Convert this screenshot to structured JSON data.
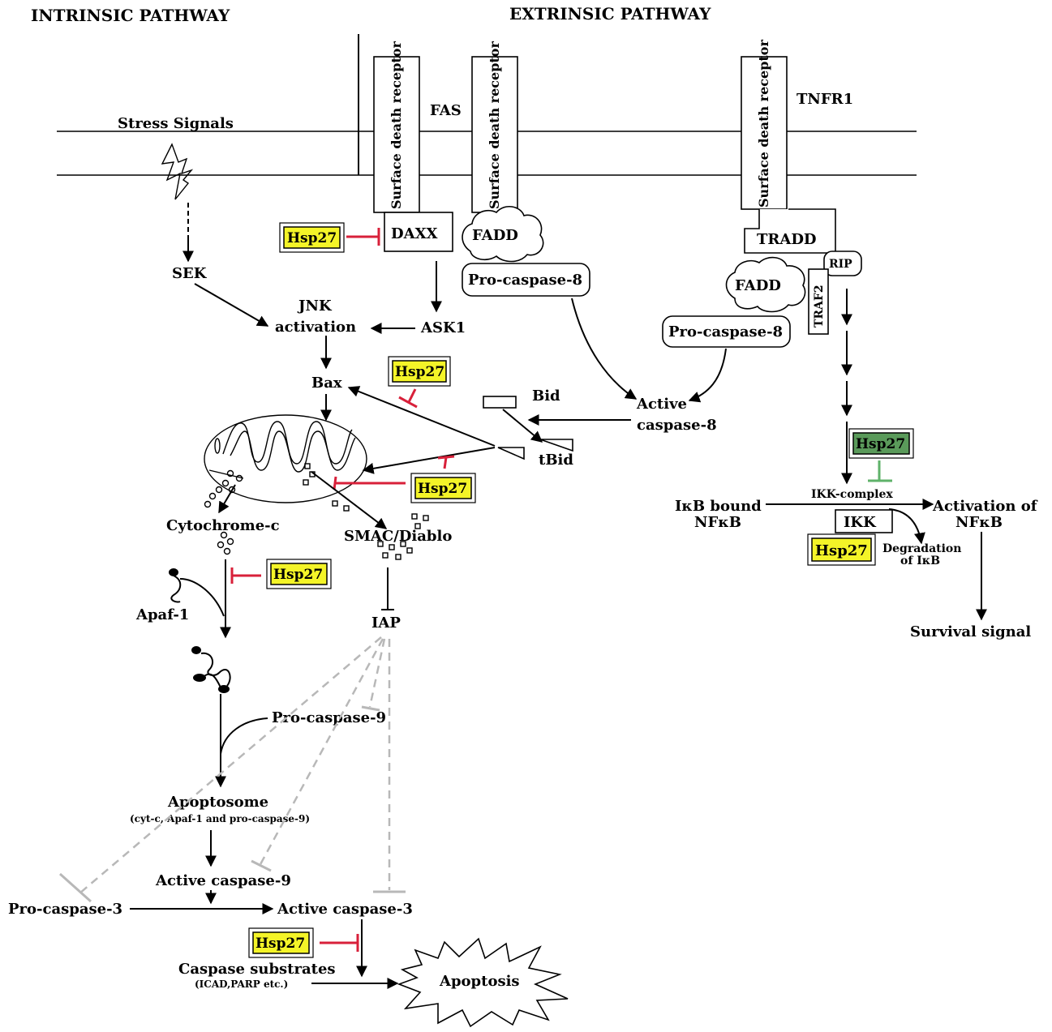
{
  "headers": {
    "intrinsic": "INTRINSIC PATHWAY",
    "extrinsic": "EXTRINSIC PATHWAY"
  },
  "receptors": {
    "label": "Surface death receptor",
    "fas": "FAS",
    "tnfr1": "TNFR1"
  },
  "labels": {
    "stress_signals": "Stress Signals",
    "sek": "SEK",
    "jnk_line1": "JNK",
    "jnk_line2": "activation",
    "ask1": "ASK1",
    "daxx": "DAXX",
    "fadd": "FADD",
    "pro_caspase8": "Pro-caspase-8",
    "tradd": "TRADD",
    "rip": "RIP",
    "traf2": "TRAF2",
    "bax": "Bax",
    "bid": "Bid",
    "tbid": "tBid",
    "active_casp8_line1": "Active",
    "active_casp8_line2": "caspase-8",
    "cytochrome_c": "Cytochrome-c",
    "smac_diablo": "SMAC/Diablo",
    "apaf1": "Apaf-1",
    "iap": "IAP",
    "pro_caspase9": "Pro-caspase-9",
    "apoptosome": "Apoptosome",
    "apoptosome_sub": "(cyt-c, Apaf-1 and pro-caspase-9)",
    "active_casp9": "Active caspase-9",
    "pro_caspase3": "Pro-caspase-3",
    "active_casp3": "Active caspase-3",
    "caspase_substrates": "Caspase substrates",
    "caspase_substrates_sub": "(ICAD,PARP etc.)",
    "apoptosis": "Apoptosis",
    "ikb_line1": "IκB bound",
    "ikb_line2": "NFκB",
    "ikk_complex": "IKK-complex",
    "activation_line1": "Activation of",
    "activation_line2": "NFκB",
    "ikk": "IKK",
    "degradation_line1": "Degradation",
    "degradation_line2": "of IκB",
    "survival_signal": "Survival signal"
  },
  "hsp27": {
    "label": "Hsp27",
    "color_yellow": "#f4f428",
    "color_green": "#5a9a5a"
  },
  "colors": {
    "inhibition_red": "#d8203a",
    "inhibition_green": "#5fb26a",
    "inhibition_gray": "#b8b8b8"
  }
}
